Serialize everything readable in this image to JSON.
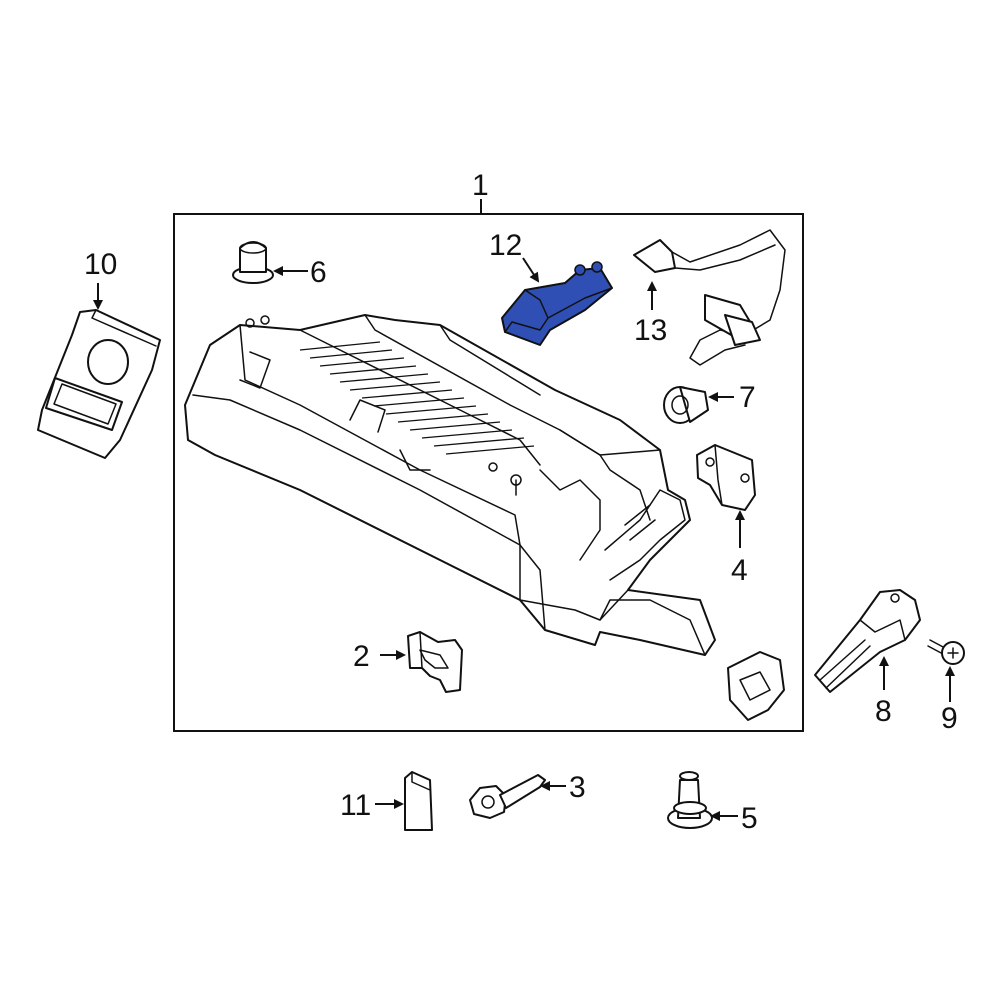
{
  "diagram": {
    "highlight_color": "#2f4fb4",
    "callouts": {
      "c1": "1",
      "c2": "2",
      "c3": "3",
      "c4": "4",
      "c5": "5",
      "c6": "6",
      "c7": "7",
      "c8": "8",
      "c9": "9",
      "c10": "10",
      "c11": "11",
      "c12": "12",
      "c13": "13"
    },
    "highlighted_part": "12"
  }
}
